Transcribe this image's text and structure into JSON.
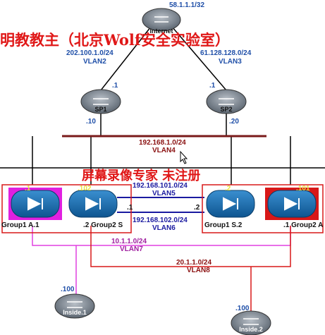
{
  "internet": {
    "ip": "58.1.1.1/32",
    "label": "Internet"
  },
  "links": {
    "isp1": {
      "net": "202.100.1.0/24",
      "vlan": "VLAN2"
    },
    "isp2": {
      "net": "61.128.128.0/24",
      "vlan": "VLAN3"
    },
    "sp_lan": {
      "net": "192.168.1.0/24",
      "vlan": "VLAN4"
    },
    "vlan5": {
      "net": "192.168.101.0/24",
      "vlan": "VLAN5"
    },
    "vlan6": {
      "net": "192.168.102.0/24",
      "vlan": "VLAN6"
    },
    "vlan7": {
      "net": "10.1.1.0/24",
      "vlan": "VLAN7"
    },
    "vlan8": {
      "net": "20.1.1.0/24",
      "vlan": "VLAN8"
    }
  },
  "routers": {
    "sp1": {
      "label": "SP1",
      "up_ip": ".1",
      "down_ip": ".10"
    },
    "sp2": {
      "label": "SP2",
      "up_ip": ".1",
      "down_ip": ".20"
    },
    "inside1": {
      "label": "Inside.1",
      "ip": ".100"
    },
    "inside2": {
      "label": "Inside.2",
      "ip": ".100"
    }
  },
  "firewalls": {
    "g1a": {
      "label": "Group1 A.1",
      "ip": ".1"
    },
    "g2s": {
      "label": ".2 Group2 S",
      "ip": ".102",
      "ip_right": ".1"
    },
    "g1s": {
      "label": "Group1 S.2",
      "ip": ".2",
      "ip_left": ".2"
    },
    "g2a": {
      "label": ".1 Group2 A",
      "ip": ".101"
    }
  },
  "watermarks": {
    "top": "明教教主（北京Wolf安全实验室）",
    "mid": "屏幕录像专家  未注册"
  },
  "colors": {
    "link_black": "#000000",
    "vlan5": "#1a1aa0",
    "vlan7": "#e040e0",
    "vlan8": "#d81818",
    "watermark": "#e01818",
    "label_blue": "#1f4fa8"
  }
}
